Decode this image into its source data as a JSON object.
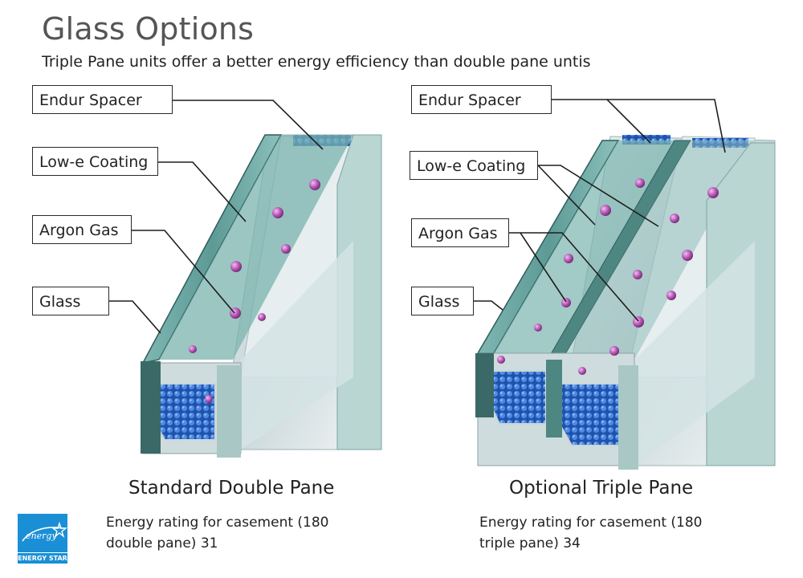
{
  "header": {
    "title": "Glass Options",
    "subtitle": "Triple Pane units offer a better energy efficiency than double pane untis"
  },
  "left_diagram": {
    "labels": [
      "Endur Spacer",
      "Low-e Coating",
      "Argon Gas",
      "Glass"
    ],
    "caption": "Standard Double Pane",
    "rating": "Energy rating for casement (180 double pane) 31"
  },
  "right_diagram": {
    "labels": [
      "Endur Spacer",
      "Low-e Coating",
      "Argon Gas",
      "Glass"
    ],
    "caption": "Optional Triple Pane",
    "rating": "Energy rating for casement (180 triple pane) 34"
  },
  "badge": {
    "logo_script": "energy",
    "text": "ENERGY STAR",
    "icon": "energy-star-logo",
    "color": "#1a8fd6"
  },
  "colors": {
    "glass": "#6fa8a4",
    "glass_dark": "#2f5e5c",
    "argon": "#b04fb0",
    "spacer": "#2c6fd1"
  }
}
